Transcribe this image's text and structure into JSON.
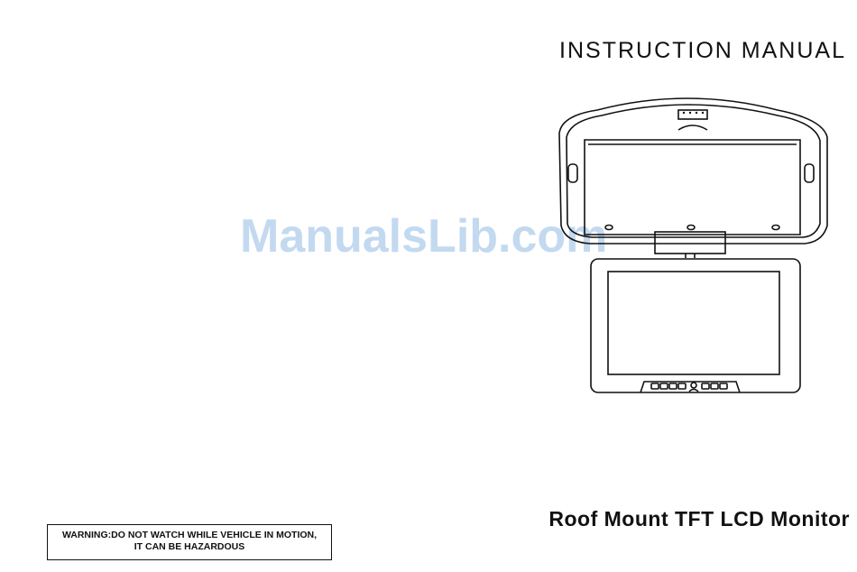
{
  "document": {
    "title": "INSTRUCTION  MANUAL",
    "product": "Roof Mount TFT LCD Monitor",
    "warning": {
      "line1": "WARNING:DO NOT WATCH WHILE VEHICLE IN MOTION,",
      "line2": "IT CAN BE HAZARDOUS"
    },
    "watermark": "ManualsLib.com"
  }
}
